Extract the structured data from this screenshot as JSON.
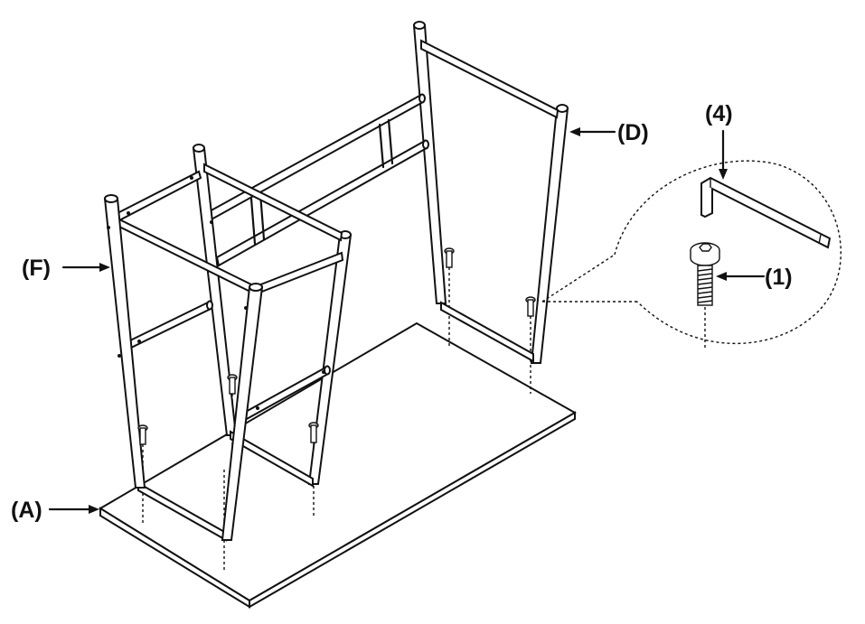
{
  "labels": {
    "tabletop": "(A)",
    "back_frame": "(D)",
    "side_frame": "(F)",
    "hex_key": "(4)",
    "screw": "(1)"
  },
  "colors": {
    "ink": "#111111",
    "paper": "#ffffff"
  }
}
